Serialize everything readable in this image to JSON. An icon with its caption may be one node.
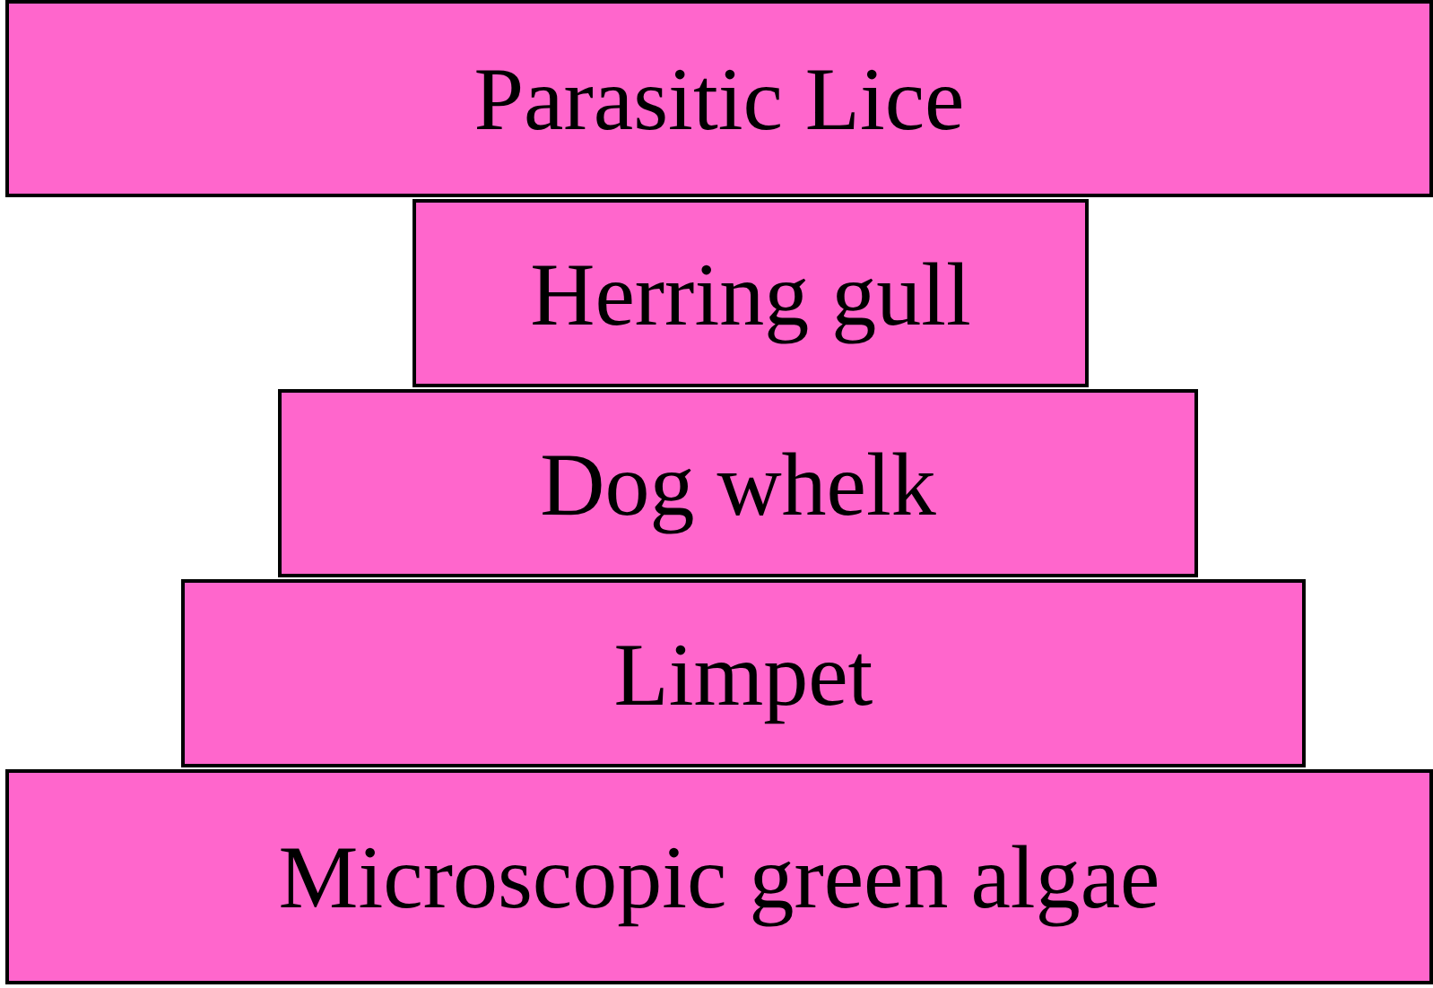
{
  "diagram": {
    "nodes": [
      {
        "text": [
          "Parasitic Lice"
        ]
      },
      {
        "text": [
          "Herring gull"
        ]
      },
      {
        "text": [
          "Dog whelk"
        ]
      },
      {
        "text": [
          "Limpet"
        ]
      },
      {
        "text": [
          "Microscopic green algae"
        ]
      }
    ]
  }
}
